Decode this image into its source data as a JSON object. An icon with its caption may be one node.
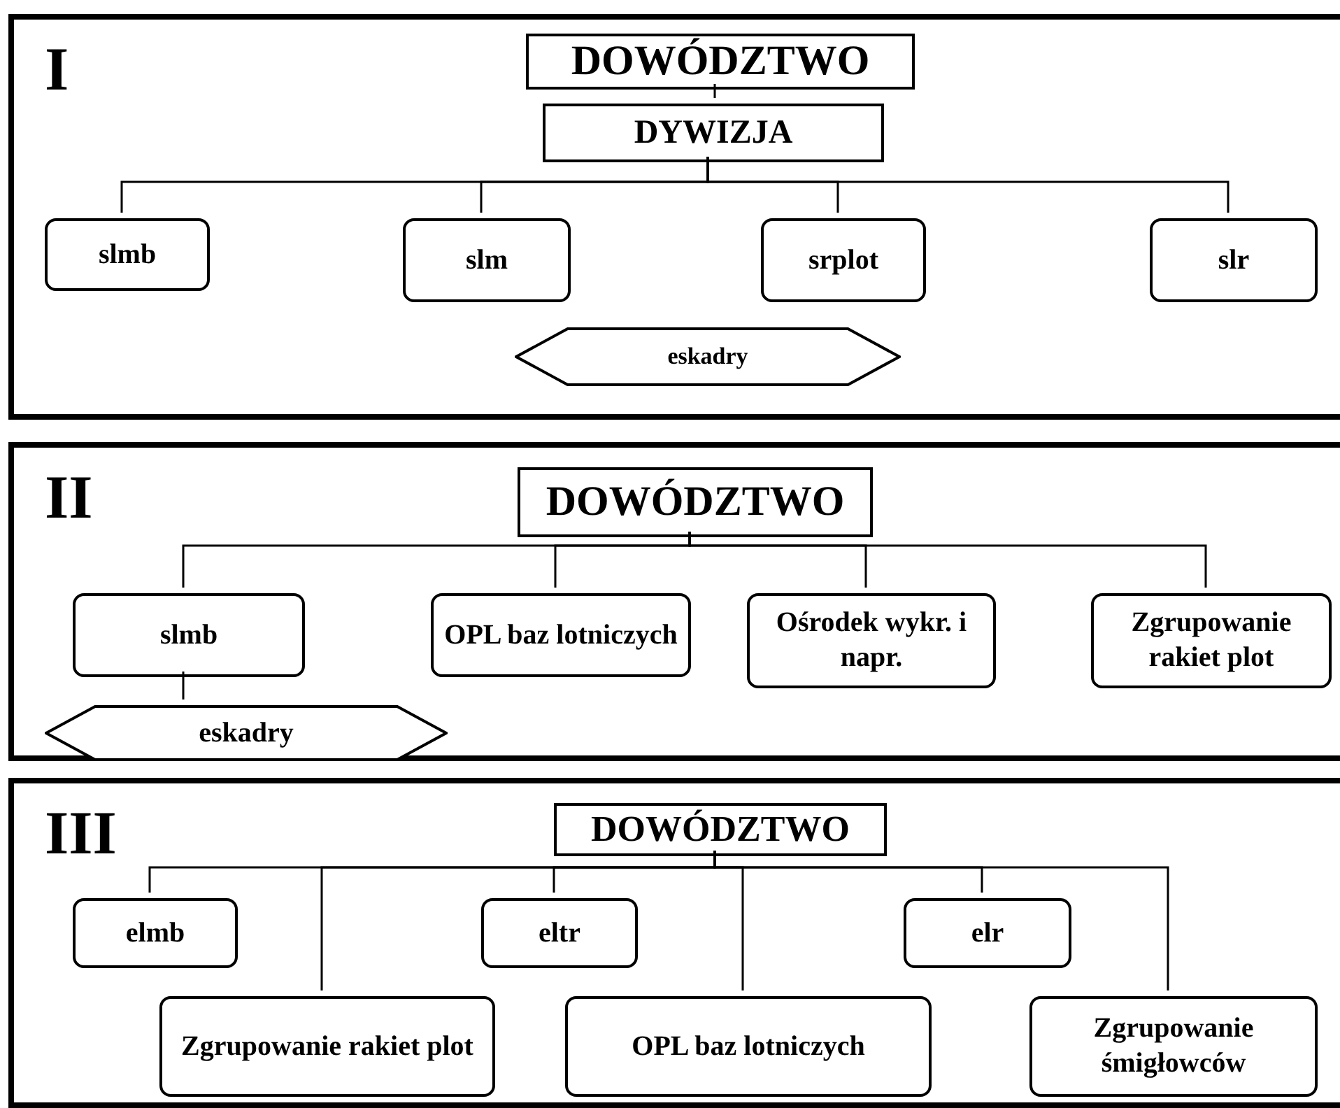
{
  "diagram": {
    "nodes": [
      {
        "text": [
          "I"
        ]
      },
      {
        "text": [
          "DOWÓDZTWO"
        ],
        "in": 0
      },
      {
        "text": [
          "DYWIZJA"
        ],
        "in": 0
      },
      {
        "text": [
          "slmb"
        ],
        "in": 0
      },
      {
        "text": [
          "slm"
        ],
        "in": 0
      },
      {
        "text": [
          "srplot"
        ],
        "in": 0
      },
      {
        "text": [
          "slr"
        ],
        "in": 0
      },
      {
        "text": [
          "eskadry"
        ],
        "in": 0
      },
      {
        "text": [
          "II"
        ]
      },
      {
        "text": [
          "DOWÓDZTWO"
        ],
        "in": 8
      },
      {
        "text": [
          "slmb"
        ],
        "in": 8
      },
      {
        "text": [
          "OPL baz lotniczych"
        ],
        "in": 8
      },
      {
        "text": [
          "Ośrodek wykr. i napr."
        ],
        "in": 8
      },
      {
        "text": [
          "Zgrupowanie rakiet plot"
        ],
        "in": 8
      },
      {
        "text": [
          "eskadry"
        ],
        "in": 8
      },
      {
        "text": [
          "III"
        ]
      },
      {
        "text": [
          "DOWÓDZTWO"
        ],
        "in": 15
      },
      {
        "text": [
          "elmb"
        ],
        "in": 15
      },
      {
        "text": [
          "eltr"
        ],
        "in": 15
      },
      {
        "text": [
          "elr"
        ],
        "in": 15
      },
      {
        "text": [
          "Zgrupowanie rakiet plot"
        ],
        "in": 15
      },
      {
        "text": [
          "OPL baz lotniczych"
        ],
        "in": 15
      },
      {
        "text": [
          "Zgrupowanie śmigłowców"
        ],
        "in": 15
      }
    ],
    "edges": [
      {
        "from": 1,
        "to": 2,
        "arrow": "none"
      },
      {
        "from": 2,
        "to": 3,
        "arrow": "none"
      },
      {
        "from": 2,
        "to": 4,
        "arrow": "none"
      },
      {
        "from": 2,
        "to": 5,
        "arrow": "none"
      },
      {
        "from": 2,
        "to": 6,
        "arrow": "none"
      },
      {
        "from": 9,
        "to": 10,
        "arrow": "none"
      },
      {
        "from": 9,
        "to": 11,
        "arrow": "none"
      },
      {
        "from": 9,
        "to": 12,
        "arrow": "none"
      },
      {
        "from": 9,
        "to": 13,
        "arrow": "none"
      },
      {
        "from": 10,
        "to": 14,
        "arrow": "none"
      },
      {
        "from": 16,
        "to": 17,
        "arrow": "none"
      },
      {
        "from": 16,
        "to": 18,
        "arrow": "none"
      },
      {
        "from": 16,
        "to": 19,
        "arrow": "none"
      },
      {
        "from": 16,
        "to": 20,
        "arrow": "none"
      },
      {
        "from": 16,
        "to": 21,
        "arrow": "none"
      },
      {
        "from": 16,
        "to": 22,
        "arrow": "none"
      }
    ]
  }
}
